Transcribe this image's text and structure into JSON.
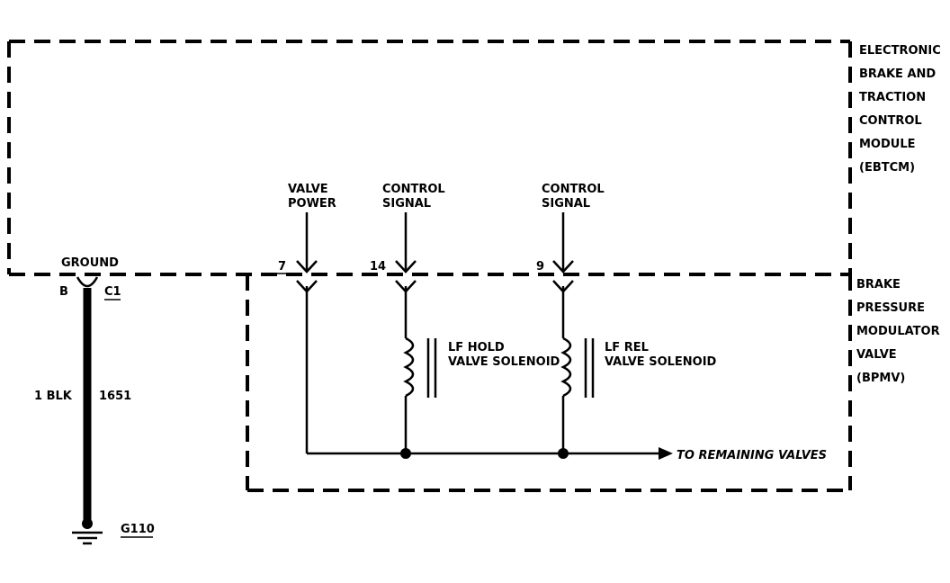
{
  "modules": {
    "ebtcm": {
      "lines": [
        "ELECTRONIC",
        "BRAKE AND",
        "TRACTION",
        "CONTROL",
        "MODULE",
        "(EBTCM)"
      ]
    },
    "bpmv": {
      "lines": [
        "BRAKE",
        "PRESSURE",
        "MODULATOR",
        "VALVE",
        "(BPMV)"
      ]
    }
  },
  "ground": {
    "label": "GROUND",
    "pin": "B",
    "connector": "C1",
    "wire_size_color": "1 BLK",
    "circuit": "1651",
    "ground_point": "G110"
  },
  "pins": [
    {
      "number": "7",
      "signal_lines": [
        "VALVE",
        "POWER"
      ]
    },
    {
      "number": "14",
      "signal_lines": [
        "CONTROL",
        "SIGNAL"
      ]
    },
    {
      "number": "9",
      "signal_lines": [
        "CONTROL",
        "SIGNAL"
      ]
    }
  ],
  "solenoids": [
    {
      "lines": [
        "LF HOLD",
        "VALVE SOLENOID"
      ]
    },
    {
      "lines": [
        "LF REL",
        "VALVE SOLENOID"
      ]
    }
  ],
  "remaining_label": "TO REMAINING VALVES"
}
